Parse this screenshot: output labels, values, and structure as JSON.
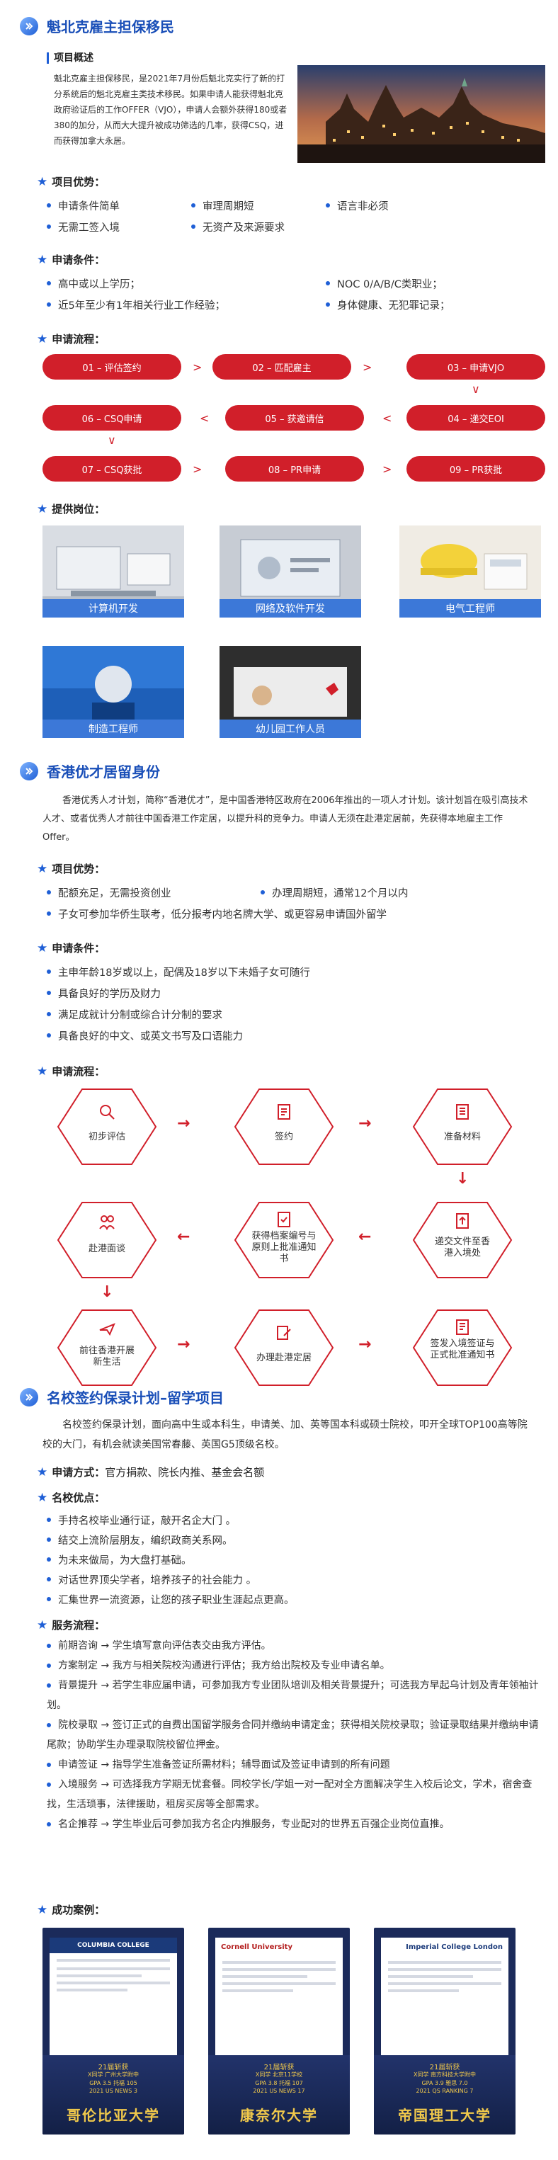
{
  "section1": {
    "title": "魁北克雇主担保移民",
    "overview_label": "项目概述",
    "overview_text": "魁北克雇主担保移民，是2021年7月份后魁北克实行了新的打分系统后的魁北克雇主类技术移民。如果申请人能获得魁北克政府验证后的工作OFFER（VJO），申请人会额外获得180或者380的加分，从而大大提升被成功筛选的几率，获得CSQ，进而获得加拿大永居。",
    "advantages_label": "项目优势：",
    "advantages": [
      "申请条件简单",
      "审理周期短",
      "语言非必须",
      "无需工签入境",
      "无资产及来源要求"
    ],
    "conditions_label": "申请条件：",
    "conditions": [
      "高中或以上学历；",
      "NOC 0/A/B/C类职业；",
      "近5年至少有1年相关行业工作经验；",
      "身体健康、无犯罪记录；"
    ],
    "process_label": "申请流程：",
    "steps": [
      "01 – 评估签约",
      "02 – 匹配雇主",
      "03 – 申请VJO",
      "04 – 递交EOI",
      "05 – 获邀请信",
      "06 – CSQ申请",
      "07 – CSQ获批",
      "08 – PR申请",
      "09 – PR获批"
    ],
    "arrow_right": ">",
    "arrow_left": "<",
    "arrow_down": "∨",
    "positions_label": "提供岗位：",
    "positions": [
      "计算机开发",
      "网络及软件开发",
      "电气工程师",
      "制造工程师",
      "幼儿园工作人员"
    ]
  },
  "section2": {
    "title": "香港优才居留身份",
    "intro": "香港优秀人才计划，简称“香港优才”，是中国香港特区政府在2006年推出的一项人才计划。该计划旨在吸引高技术人才、或者优秀人才前往中国香港工作定居，以提升科的竞争力。申请人无须在赴港定居前，先获得本地雇主工作Offer。",
    "advantages_label": "项目优势：",
    "adv_row1": [
      "配额充足，无需投资创业",
      "办理周期短，通常12个月以内"
    ],
    "adv_row2": "子女可参加华侨生联考，低分报考内地名牌大学、或更容易申请国外留学",
    "conditions_label": "申请条件：",
    "conditions": [
      "主申年龄18岁或以上，配偶及18岁以下未婚子女可随行",
      "具备良好的学历及财力",
      "满足成就计分制或综合计分制的要求",
      "具备良好的中文、或英文书写及口语能力"
    ],
    "process_label": "申请流程：",
    "steps": [
      "初步评估",
      "签约",
      "准备材料",
      "递交文件至香港入境处",
      "获得档案编号与原则上批准通知书",
      "赴港面谈",
      "前往香港开展新生活",
      "办理赴港定居",
      "签发入境签证与正式批准通知书"
    ],
    "arrow_right": "→",
    "arrow_left": "←",
    "arrow_down": "↓"
  },
  "section3": {
    "title": "名校签约保录计划–留学项目",
    "intro": "名校签约保录计划，面向高中生或本科生，申请美、加、英等国本科或硕士院校，叩开全球TOP100高等院校的大门，有机会就读美国常春藤、英国G5顶级名校。",
    "method_label": "申请方式：",
    "method_text": "官方捐款、院长内推、基金会名额",
    "advantages_label": "名校优点：",
    "advantages": [
      "手持名校毕业通行证，敲开名企大门 。",
      "结交上流阶层朋友，编织政商关系网。",
      "为未来做局，为大盘打基础。",
      "对话世界顶尖学者，培养孩子的社会能力 。",
      "汇集世界一流资源，让您的孩子职业生涯起点更高。"
    ],
    "services_label": "服务流程：",
    "services": [
      "前期咨询 → 学生填写意向评估表交由我方评估。",
      "方案制定 → 我方与相关院校沟通进行评估；我方给出院校及专业申请名单。",
      "背景提升 → 若学生非应届申请，可参加我方专业团队培训及相关背景提升；可选我方早起乌计划及青年领袖计划。",
      "院校录取 → 签订正式的自费出国留学服务合同并缴纳申请定金；获得相关院校录取；验证录取结果并缴纳申请尾款；协助学生办理录取院校留位押金。",
      "申请签证 → 指导学生准备签证所需材料；辅导面试及签证申请到的所有问题",
      "入境服务 → 可选择我方学期无忧套餐。同校学长/学姐一对一配对全方面解决学生入校后论文，学术，宿舍查找，生活琐事，法律援助，租房买房等全部需求。",
      "名企推荐 → 学生毕业后可参加我方名企内推服务，专业配对的世界五百强企业岗位直推。"
    ],
    "cases_label": "成功案例：",
    "cases": [
      {
        "school": "哥伦比亚大学",
        "letterhead": "COLUMBIA COLLEGE",
        "line1": "21届斩获",
        "line2": "X同学 广州大学附中",
        "line3": "GPA 3.5 托福 105",
        "line4": "2021 US NEWS 3"
      },
      {
        "school": "康奈尔大学",
        "letterhead": "Cornell University",
        "line1": "21届斩获",
        "line2": "X同学 北京11学校",
        "line3": "GPA 3.8 托福 107",
        "line4": "2021 US NEWS 17"
      },
      {
        "school": "帝国理工大学",
        "letterhead": "Imperial College London",
        "line1": "21届斩获",
        "line2": "X同学 南方科技大学附中",
        "line3": "GPA 3.9 雅思 7.0",
        "line4": "2021 QS RANKING 7"
      }
    ]
  },
  "colors": {
    "primary_blue": "#1f5fd6",
    "accent_red": "#d11f2a",
    "gold": "#f1c94b",
    "navy": "#1b2a5a"
  }
}
